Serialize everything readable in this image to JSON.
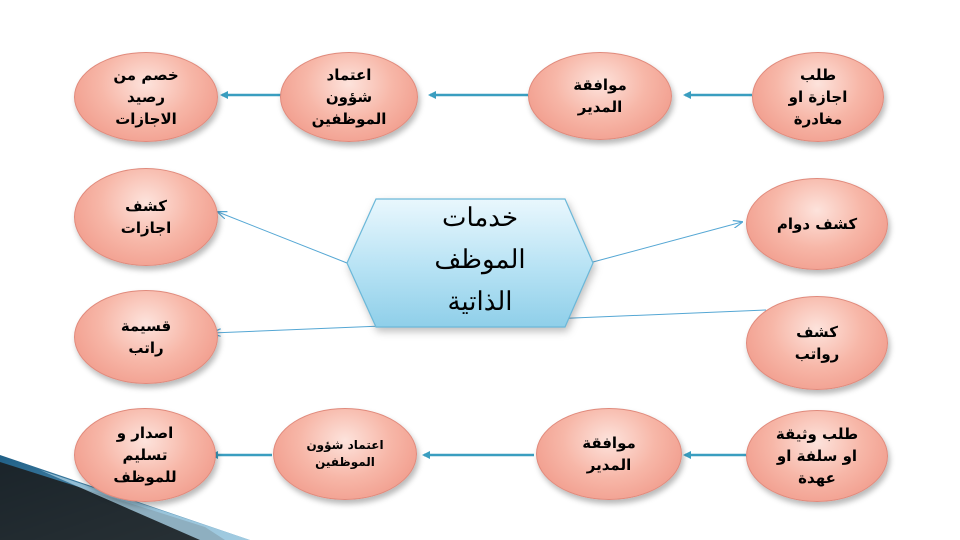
{
  "center": {
    "text": "خدمات\nالموظف\nالذاتية"
  },
  "nodes": {
    "leave_request": "طلب\nاجازة او\nمغادرة",
    "manager_approval_1": "موافقة\nالمدير",
    "hr_approval_1": "اعتماد\nشؤون\nالموظفين",
    "deduct_balance": "خصم من\nرصيد\nالاجازات",
    "attendance_report": "كشف دوام",
    "leaves_report": "كشف\nاجازات",
    "salary_reports": "كشف\nرواتب",
    "salary_slip": "قسيمة\nراتب",
    "document_request": "طلب وثيقة\nاو سلفة او\nعهدة",
    "manager_approval_2": "موافقة\nالمدير",
    "hr_approval_2": "اعتماد شؤون\nالموظفين",
    "issue_deliver": "اصدار و\nتسليم\nللموظف"
  },
  "colors": {
    "node_fill": "#f7b7a8",
    "node_border": "#e08a7c",
    "hexagon_fill": "#9fd8ef",
    "arrow_thick": "#3a9ec0",
    "arrow_thin": "#55a7d4"
  }
}
